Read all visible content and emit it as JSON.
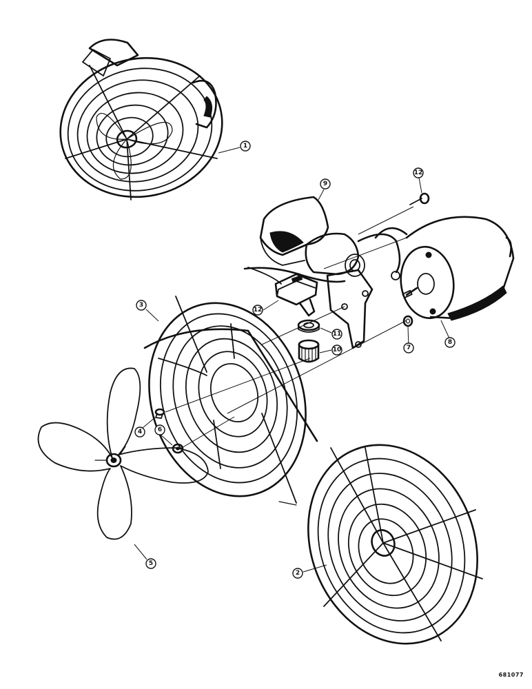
{
  "callouts": [
    {
      "id": "c1",
      "label": "1"
    },
    {
      "id": "c2",
      "label": "2"
    },
    {
      "id": "c3",
      "label": "3"
    },
    {
      "id": "c4",
      "label": "4"
    },
    {
      "id": "c5",
      "label": "5"
    },
    {
      "id": "c6",
      "label": "6"
    },
    {
      "id": "c7",
      "label": "7"
    },
    {
      "id": "c8",
      "label": "8"
    },
    {
      "id": "c9",
      "label": "9"
    },
    {
      "id": "c10",
      "label": "10"
    },
    {
      "id": "c11",
      "label": "11"
    },
    {
      "id": "c12a",
      "label": "12"
    },
    {
      "id": "c12b",
      "label": "12"
    }
  ],
  "catalog_number": "681077"
}
